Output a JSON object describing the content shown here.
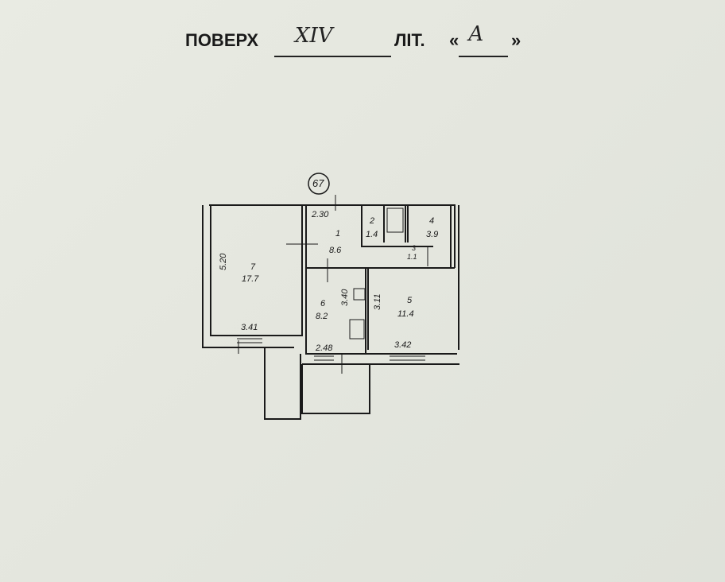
{
  "header": {
    "floor_label": "ПОВЕРХ",
    "floor_value": "XIV",
    "letter_label": "ЛІТ.",
    "quote_open": "«",
    "letter_value": "А",
    "quote_close": "»"
  },
  "plan": {
    "apartment_number": "67",
    "rooms": [
      {
        "number": "1",
        "area": "8.6"
      },
      {
        "number": "2",
        "area": "1.4"
      },
      {
        "number": "3",
        "area": "1.1"
      },
      {
        "number": "4",
        "area": "3.9"
      },
      {
        "number": "5",
        "area": "11.4"
      },
      {
        "number": "6",
        "area": "8.2"
      },
      {
        "number": "7",
        "area": "17.7"
      }
    ],
    "dimensions": {
      "hall_width": "2.30",
      "room7_length": "5.20",
      "room7_width": "3.41",
      "kitchen_length": "3.40",
      "kitchen_width": "2.48",
      "room5_length": "3.11",
      "room5_width": "3.42"
    }
  }
}
